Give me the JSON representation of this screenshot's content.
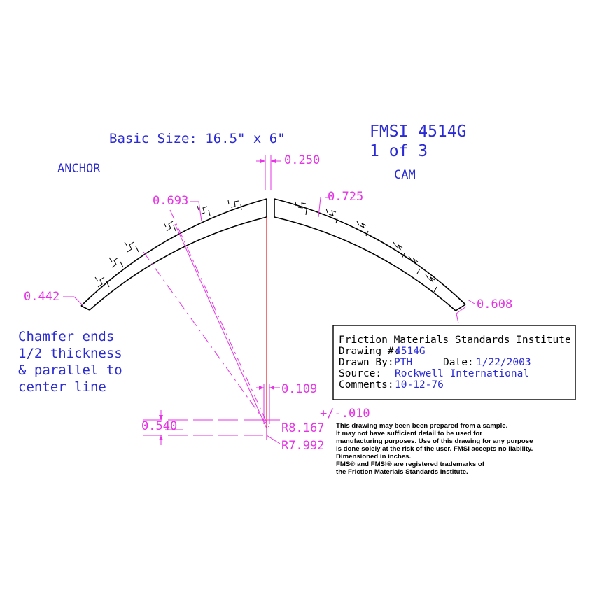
{
  "header": {
    "basic_size": "Basic Size: 16.5\" x 6\"",
    "part_number": "FMSI 4514G",
    "sheet": "1 of 3",
    "left_end": "ANCHOR",
    "right_end": "CAM"
  },
  "dimensions": {
    "gap": "0.250",
    "thick_left": "0.693",
    "thick_right": "0.725",
    "end_left": "0.442",
    "end_right": "0.608",
    "offset": "0.109",
    "width": "0.540",
    "radius_outer": "R8.167",
    "radius_inner": "R7.992",
    "tolerance": "+/-.010"
  },
  "note": [
    "Chamfer ends",
    "1/2 thickness",
    "& parallel to",
    "center line"
  ],
  "title_block": {
    "institute": "Friction Materials Standards Institute",
    "drawing_label": "Drawing #:",
    "drawing_value": "4514G",
    "drawn_label": "Drawn By:",
    "drawn_value": "PTH",
    "date_label": "Date:",
    "date_value": "1/22/2003",
    "source_label": "Source:",
    "source_value": "Rockwell International",
    "comments_label": "Comments:",
    "comments_value": "10-12-76"
  },
  "disclaimer": [
    "This drawing may been been prepared from a sample.",
    "It may not have sufficient detail to be used for",
    "manufacturing purposes.  Use of this drawing for any purpose",
    "is done solely at the risk of the user. FMSI accepts no liability.",
    "Dimensioned in inches.",
    "FMS® and FMSI® are registered trademarks of",
    "the Friction Materials Standards Institute."
  ],
  "colors": {
    "annotation": "#2b2bd6",
    "dimension": "#e633e6",
    "centerline": "#e61a1a",
    "outline": "#000000"
  }
}
